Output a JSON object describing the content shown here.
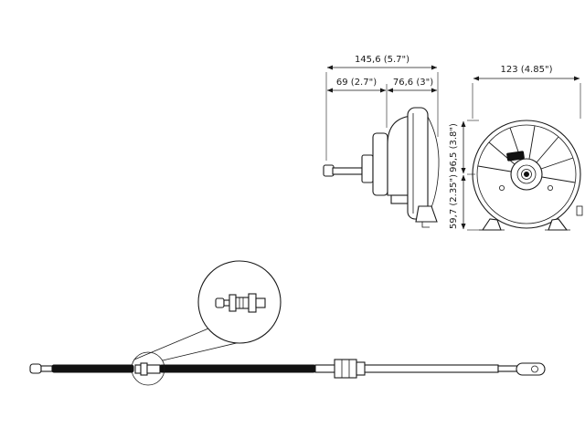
{
  "drawing": {
    "background_color": "#ffffff",
    "ink_color": "#1a1a1a",
    "dimensions": {
      "side_total": "145,6 (5.7\")",
      "side_left": "69 (2.7\")",
      "side_right": "76,6 (3\")",
      "front_width": "123 (4.85\")",
      "front_upper_height": "96,5 (3.8\")",
      "front_lower_height": "59,7 (2.35\")"
    }
  }
}
